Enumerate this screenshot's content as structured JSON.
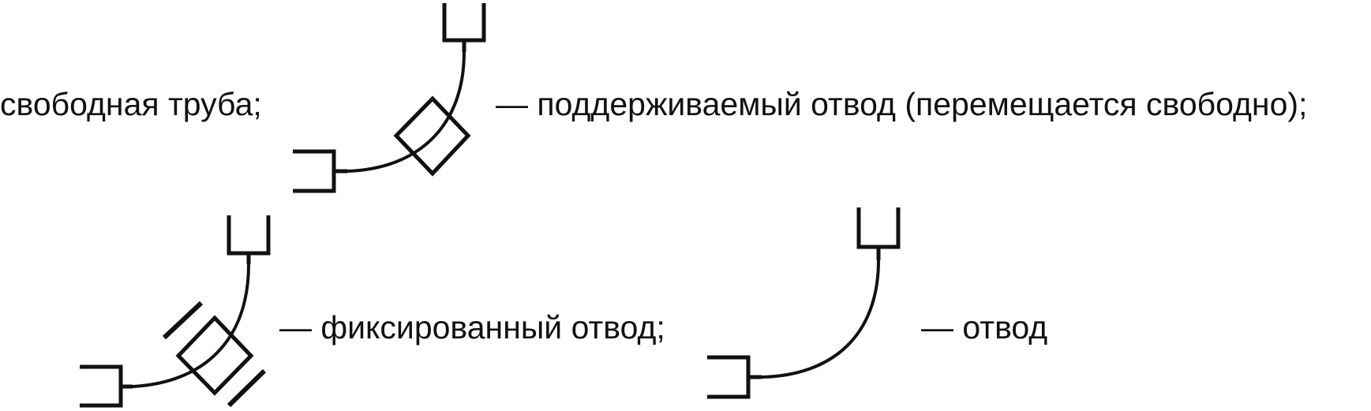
{
  "legend": {
    "free_pipe_label": "свободная труба;",
    "supported_bend_label": "— поддерживаемый отвод (перемещается свободно);",
    "fixed_bend_label": "— фиксированный отвод;",
    "bend_label": "— отвод"
  },
  "symbols": [
    {
      "name": "supported-bend-symbol",
      "icon": "bend-with-square-support"
    },
    {
      "name": "fixed-bend-symbol",
      "icon": "bend-with-square-and-anchor-bars"
    },
    {
      "name": "bend-symbol",
      "icon": "bend"
    }
  ],
  "colors": {
    "ink": "#111111",
    "background": "#ffffff"
  }
}
